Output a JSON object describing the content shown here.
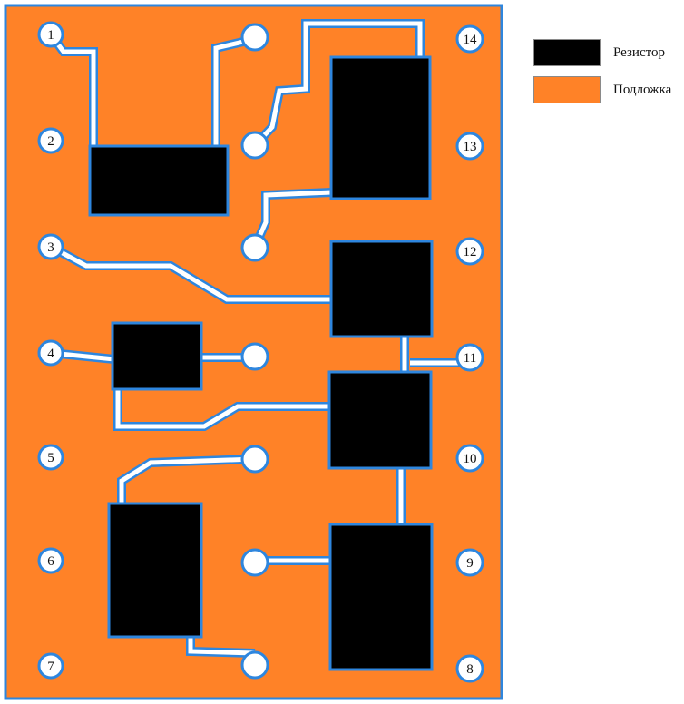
{
  "colors": {
    "substrate": "#FF8227",
    "resistor": "#000000",
    "conductor": "#2E86DE",
    "conductor_fill": "#FFFFFF"
  },
  "legend": {
    "resistor_label": "Резистор",
    "substrate_label": "Подложка"
  },
  "pads": {
    "p1": "1",
    "p2": "2",
    "p3": "3",
    "p4": "4",
    "p5": "5",
    "p6": "6",
    "p7": "7",
    "p8": "8",
    "p9": "9",
    "p10": "10",
    "p11": "11",
    "p12": "12",
    "p13": "13",
    "p14": "14"
  }
}
